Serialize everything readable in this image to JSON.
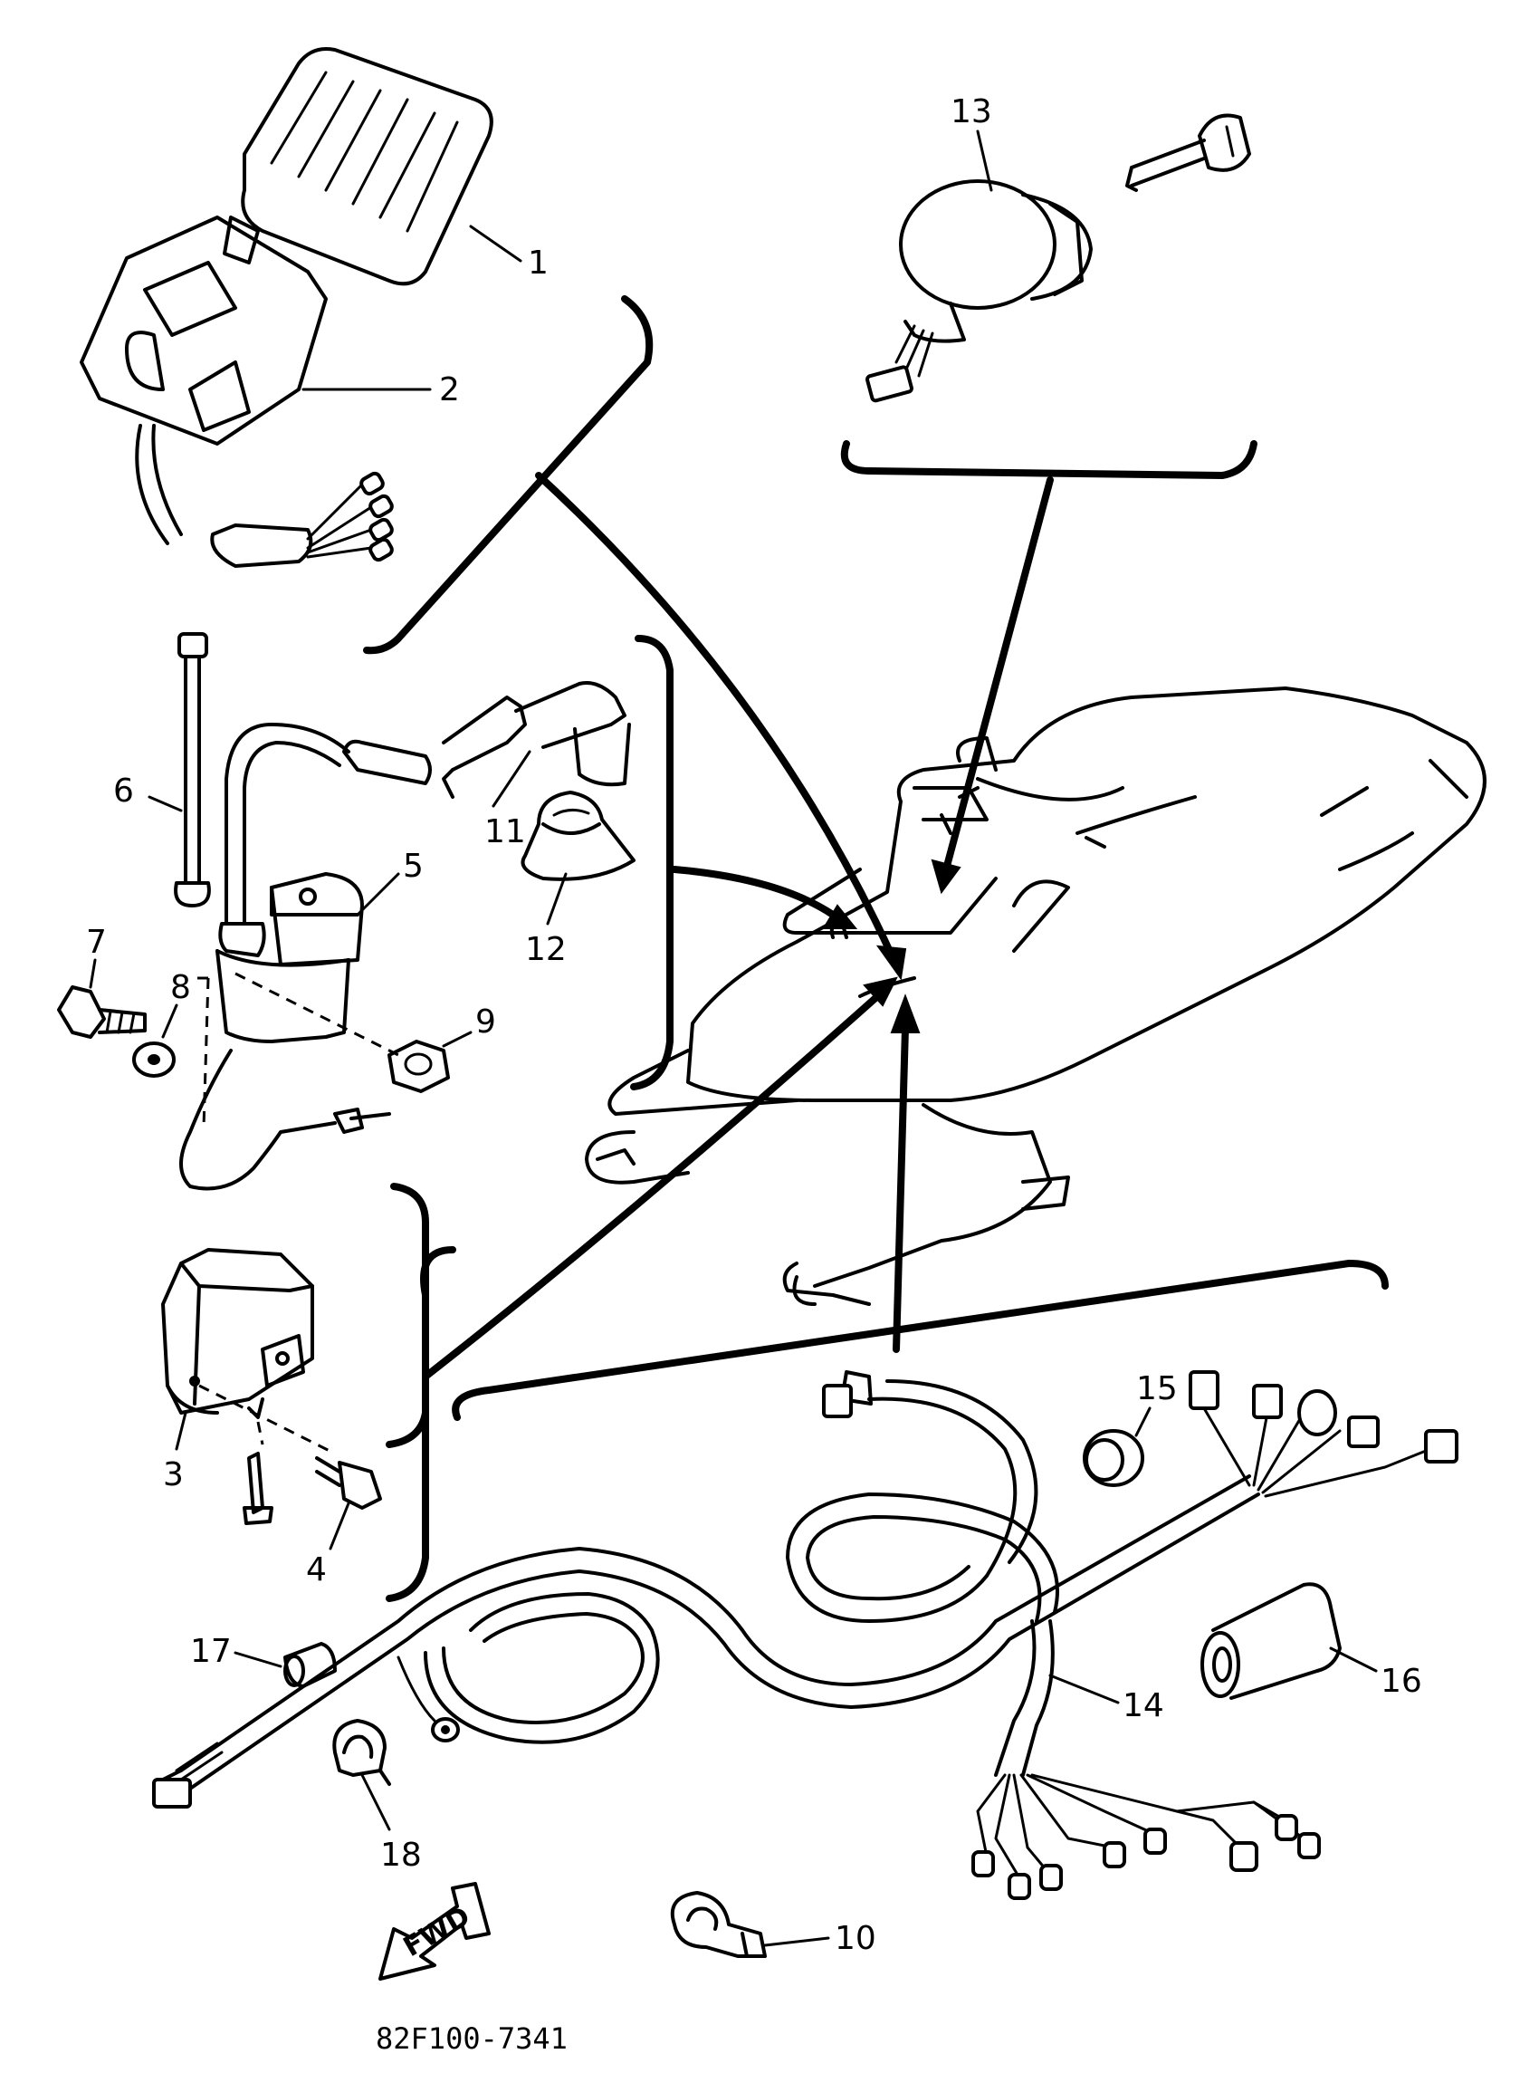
{
  "parts": [
    {
      "number": "1"
    },
    {
      "number": "2"
    },
    {
      "number": "3"
    },
    {
      "number": "4"
    },
    {
      "number": "5"
    },
    {
      "number": "6"
    },
    {
      "number": "7"
    },
    {
      "number": "8"
    },
    {
      "number": "9"
    },
    {
      "number": "10"
    },
    {
      "number": "11"
    },
    {
      "number": "12"
    },
    {
      "number": "13"
    },
    {
      "number": "14"
    },
    {
      "number": "15"
    },
    {
      "number": "16"
    },
    {
      "number": "17"
    },
    {
      "number": "18"
    }
  ],
  "direction_arrow": {
    "text": "FWD"
  },
  "diagram_code": "82F100-7341"
}
